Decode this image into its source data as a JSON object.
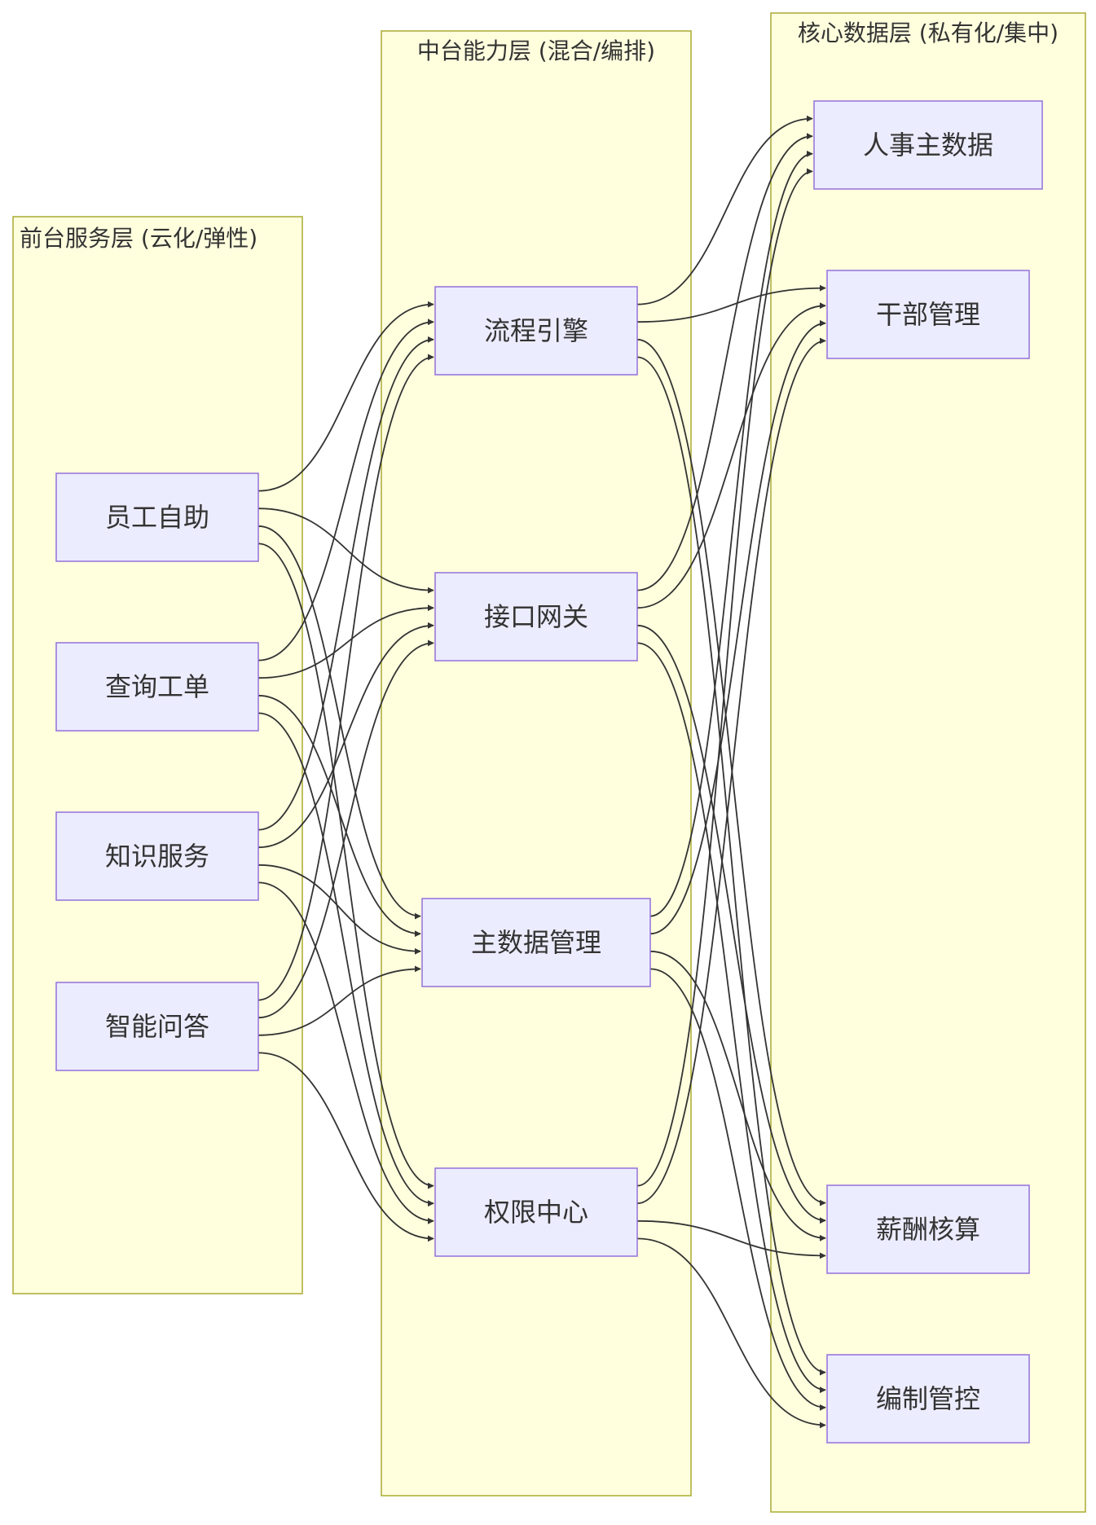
{
  "diagram": {
    "layers": [
      {
        "id": "front",
        "title": "前台服务层 (云化/弹性)"
      },
      {
        "id": "middle",
        "title": "中台能力层 (混合/编排)"
      },
      {
        "id": "core",
        "title": "核心数据层 (私有化/集中)"
      }
    ],
    "nodes": [
      {
        "id": "n1",
        "label": "员工自助",
        "layer": "front"
      },
      {
        "id": "n2",
        "label": "查询工单",
        "layer": "front"
      },
      {
        "id": "n3",
        "label": "知识服务",
        "layer": "front"
      },
      {
        "id": "n4",
        "label": "智能问答",
        "layer": "front"
      },
      {
        "id": "m1",
        "label": "流程引擎",
        "layer": "middle"
      },
      {
        "id": "m2",
        "label": "接口网关",
        "layer": "middle"
      },
      {
        "id": "m3",
        "label": "主数据管理",
        "layer": "middle"
      },
      {
        "id": "m4",
        "label": "权限中心",
        "layer": "middle"
      },
      {
        "id": "c1",
        "label": "人事主数据",
        "layer": "core"
      },
      {
        "id": "c2",
        "label": "干部管理",
        "layer": "core"
      },
      {
        "id": "c3",
        "label": "薪酬核算",
        "layer": "core"
      },
      {
        "id": "c4",
        "label": "编制管控",
        "layer": "core"
      }
    ],
    "edges": [
      {
        "from": "n1",
        "to": "m1"
      },
      {
        "from": "n1",
        "to": "m2"
      },
      {
        "from": "n1",
        "to": "m3"
      },
      {
        "from": "n1",
        "to": "m4"
      },
      {
        "from": "n2",
        "to": "m1"
      },
      {
        "from": "n2",
        "to": "m2"
      },
      {
        "from": "n2",
        "to": "m3"
      },
      {
        "from": "n2",
        "to": "m4"
      },
      {
        "from": "n3",
        "to": "m1"
      },
      {
        "from": "n3",
        "to": "m2"
      },
      {
        "from": "n3",
        "to": "m3"
      },
      {
        "from": "n3",
        "to": "m4"
      },
      {
        "from": "n4",
        "to": "m1"
      },
      {
        "from": "n4",
        "to": "m2"
      },
      {
        "from": "n4",
        "to": "m3"
      },
      {
        "from": "n4",
        "to": "m4"
      },
      {
        "from": "m1",
        "to": "c1"
      },
      {
        "from": "m1",
        "to": "c2"
      },
      {
        "from": "m1",
        "to": "c3"
      },
      {
        "from": "m1",
        "to": "c4"
      },
      {
        "from": "m2",
        "to": "c1"
      },
      {
        "from": "m2",
        "to": "c2"
      },
      {
        "from": "m2",
        "to": "c3"
      },
      {
        "from": "m2",
        "to": "c4"
      },
      {
        "from": "m3",
        "to": "c1"
      },
      {
        "from": "m3",
        "to": "c2"
      },
      {
        "from": "m3",
        "to": "c3"
      },
      {
        "from": "m3",
        "to": "c4"
      },
      {
        "from": "m4",
        "to": "c1"
      },
      {
        "from": "m4",
        "to": "c2"
      },
      {
        "from": "m4",
        "to": "c3"
      },
      {
        "from": "m4",
        "to": "c4"
      }
    ]
  }
}
